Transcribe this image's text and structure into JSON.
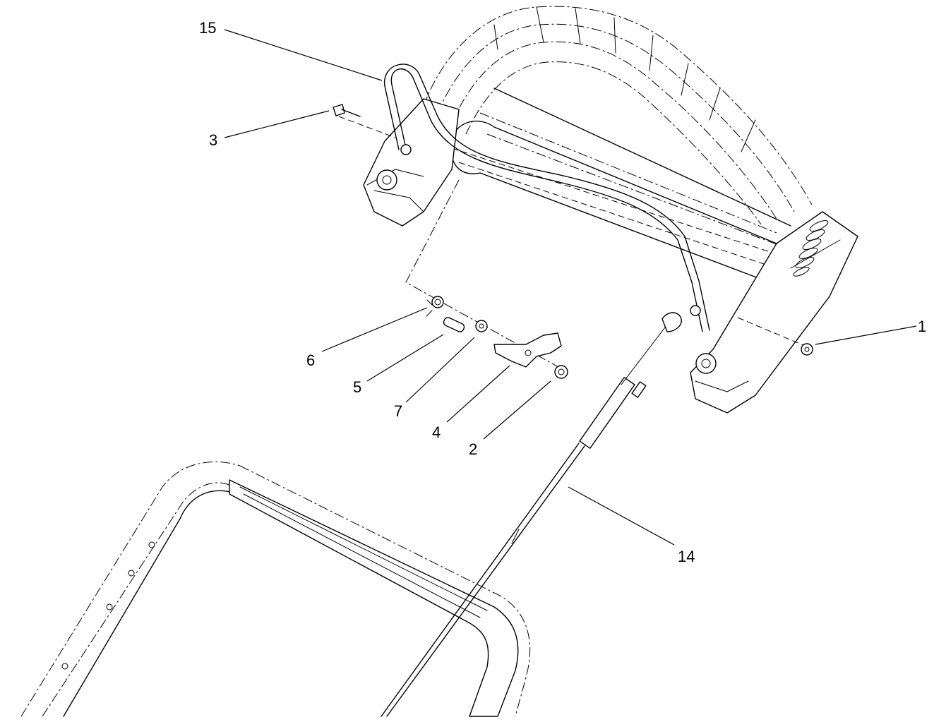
{
  "callouts": [
    {
      "id": "c1",
      "label": "1"
    },
    {
      "id": "c2",
      "label": "2"
    },
    {
      "id": "c3",
      "label": "3"
    },
    {
      "id": "c4",
      "label": "4"
    },
    {
      "id": "c5",
      "label": "5"
    },
    {
      "id": "c6",
      "label": "6"
    },
    {
      "id": "c7",
      "label": "7"
    },
    {
      "id": "c14",
      "label": "14"
    },
    {
      "id": "c15",
      "label": "15"
    }
  ]
}
